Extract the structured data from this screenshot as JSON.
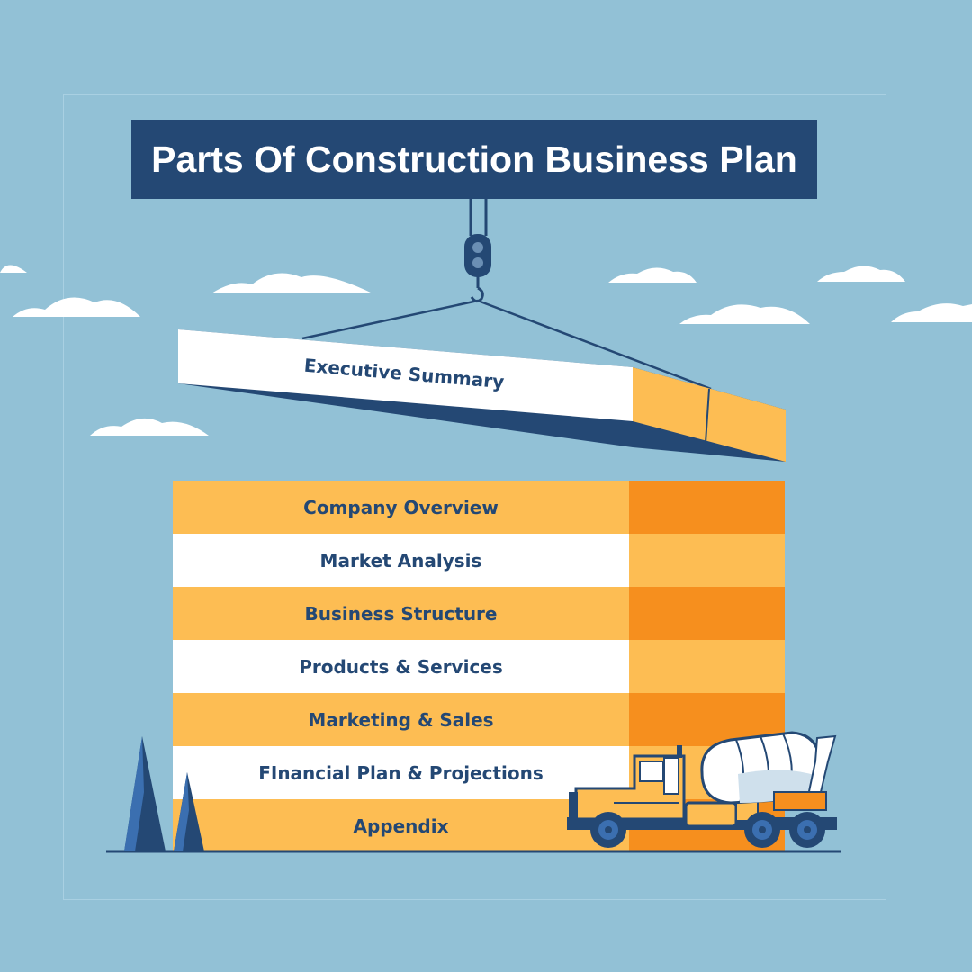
{
  "title": "Parts Of Construction Business Plan",
  "hanging_block": {
    "label": "Executive Summary"
  },
  "stack": [
    {
      "label": "Company Overview",
      "tone": "y"
    },
    {
      "label": "Market Analysis",
      "tone": "w"
    },
    {
      "label": "Business Structure",
      "tone": "y"
    },
    {
      "label": "Products & Services",
      "tone": "w"
    },
    {
      "label": "Marketing & Sales",
      "tone": "y"
    },
    {
      "label": "FInancial Plan & Projections",
      "tone": "w"
    },
    {
      "label": "Appendix",
      "tone": "y"
    }
  ],
  "colors": {
    "background": "#92c1d6",
    "navy": "#244874",
    "yellow": "#fdbd53",
    "orange": "#f68f1e",
    "white": "#ffffff"
  }
}
